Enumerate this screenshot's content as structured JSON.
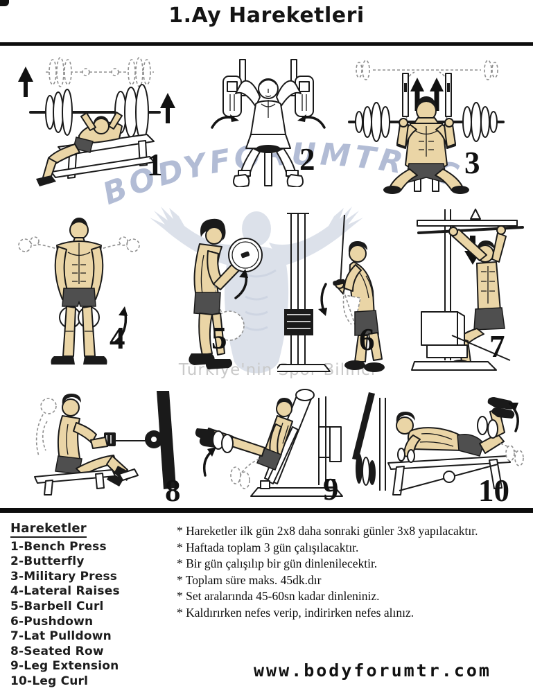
{
  "page": {
    "title": "1.Ay Hareketleri"
  },
  "watermark": {
    "arched_text": "BODYFORUMTR. COM",
    "tagline": "Türkiye'nin Spor Bilinci",
    "blue": "#aeb9d3",
    "gray": "#c9c9c9"
  },
  "exercises": [
    {
      "number": "1",
      "name": "Bench Press"
    },
    {
      "number": "2",
      "name": "Butterfly"
    },
    {
      "number": "3",
      "name": "Military Press"
    },
    {
      "number": "4",
      "name": "Lateral Raises"
    },
    {
      "number": "5",
      "name": "Barbell Curl"
    },
    {
      "number": "6",
      "name": "Pushdown"
    },
    {
      "number": "7",
      "name": "Lat Pulldown"
    },
    {
      "number": "8",
      "name": "Seated Row"
    },
    {
      "number": "9",
      "name": "Leg Extension"
    },
    {
      "number": "10",
      "name": "Leg Curl"
    }
  ],
  "list": {
    "heading": "Hareketler",
    "items": [
      "1-Bench Press",
      "2-Butterfly",
      "3-Military Press",
      "4-Lateral Raises",
      "5-Barbell Curl",
      "6-Pushdown",
      "7-Lat Pulldown",
      "8-Seated Row",
      "9-Leg Extension",
      "10-Leg Curl"
    ]
  },
  "notes": [
    "* Hareketler ilk gün 2x8 daha sonraki günler 3x8 yapılacaktır.",
    "* Haftada toplam 3 gün çalışılacaktır.",
    "* Bir gün çalışılıp bir gün dinlenilecektir.",
    "* Toplam süre maks. 45dk.dır",
    "* Set aralarında 45-60sn kadar dinleniniz.",
    "* Kaldırırken nefes verip, indirirken nefes alınız."
  ],
  "footer": {
    "website": "www.bodyforumtr.com"
  }
}
